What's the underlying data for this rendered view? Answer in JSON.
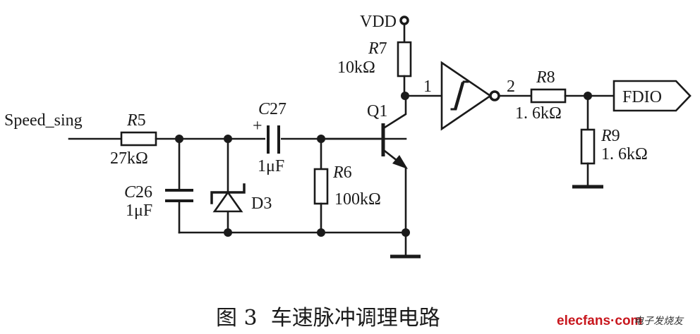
{
  "diagram": {
    "type": "circuit-schematic",
    "input_label": "Speed_sing",
    "supply_label": "VDD",
    "output_label": "FDIO",
    "components": {
      "R5": {
        "name": "R5",
        "value": "27kΩ",
        "letter": "R",
        "num": "5"
      },
      "R6": {
        "name": "R6",
        "value": "100kΩ",
        "letter": "R",
        "num": "6"
      },
      "R7": {
        "name": "R7",
        "value": "10kΩ",
        "letter": "R",
        "num": "7"
      },
      "R8": {
        "name": "R8",
        "value": "1. 6kΩ",
        "letter": "R",
        "num": "8"
      },
      "R9": {
        "name": "R9",
        "value": "1. 6kΩ",
        "letter": "R",
        "num": "9"
      },
      "C26": {
        "name": "C26",
        "value": "1μF",
        "letter": "C",
        "num": "26"
      },
      "C27": {
        "name": "C27",
        "value": "1μF",
        "letter": "C",
        "num": "27",
        "polarity": "+"
      },
      "D3": {
        "name": "D3"
      },
      "Q1": {
        "name": "Q1"
      },
      "U": {
        "type": "schmitt-trigger-inverter",
        "pin_in": "1",
        "pin_out": "2"
      }
    }
  },
  "caption": "图 3  车速脉冲调理电路",
  "watermark": {
    "site": "elecfans·com",
    "site_cn": "电子发烧友",
    "color": "#c8161d"
  }
}
